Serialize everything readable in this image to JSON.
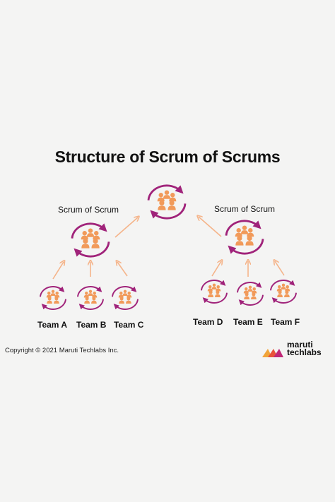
{
  "title": "Structure of Scrum of Scrums",
  "nodes": {
    "top": {
      "label": ""
    },
    "sos_left": {
      "label": "Scrum of Scrum"
    },
    "sos_right": {
      "label": "Scrum of Scrum"
    },
    "teams": [
      {
        "label": "Team A"
      },
      {
        "label": "Team B"
      },
      {
        "label": "Team C"
      },
      {
        "label": "Team D"
      },
      {
        "label": "Team E"
      },
      {
        "label": "Team F"
      }
    ]
  },
  "footer": {
    "copyright": "Copyright © 2021 Maruti Techlabs Inc.",
    "brand_line1": "maruti",
    "brand_line2": "techlabs"
  },
  "colors": {
    "person": "#f19a5a",
    "cycle_arrow": "#a0237a",
    "up_arrow": "#f5b48a",
    "logo_1": "#f0a43a",
    "logo_2": "#e8523a",
    "logo_3": "#c02777"
  },
  "icons": [
    "team-icon",
    "cycle-arrows-icon",
    "up-arrow-icon"
  ]
}
